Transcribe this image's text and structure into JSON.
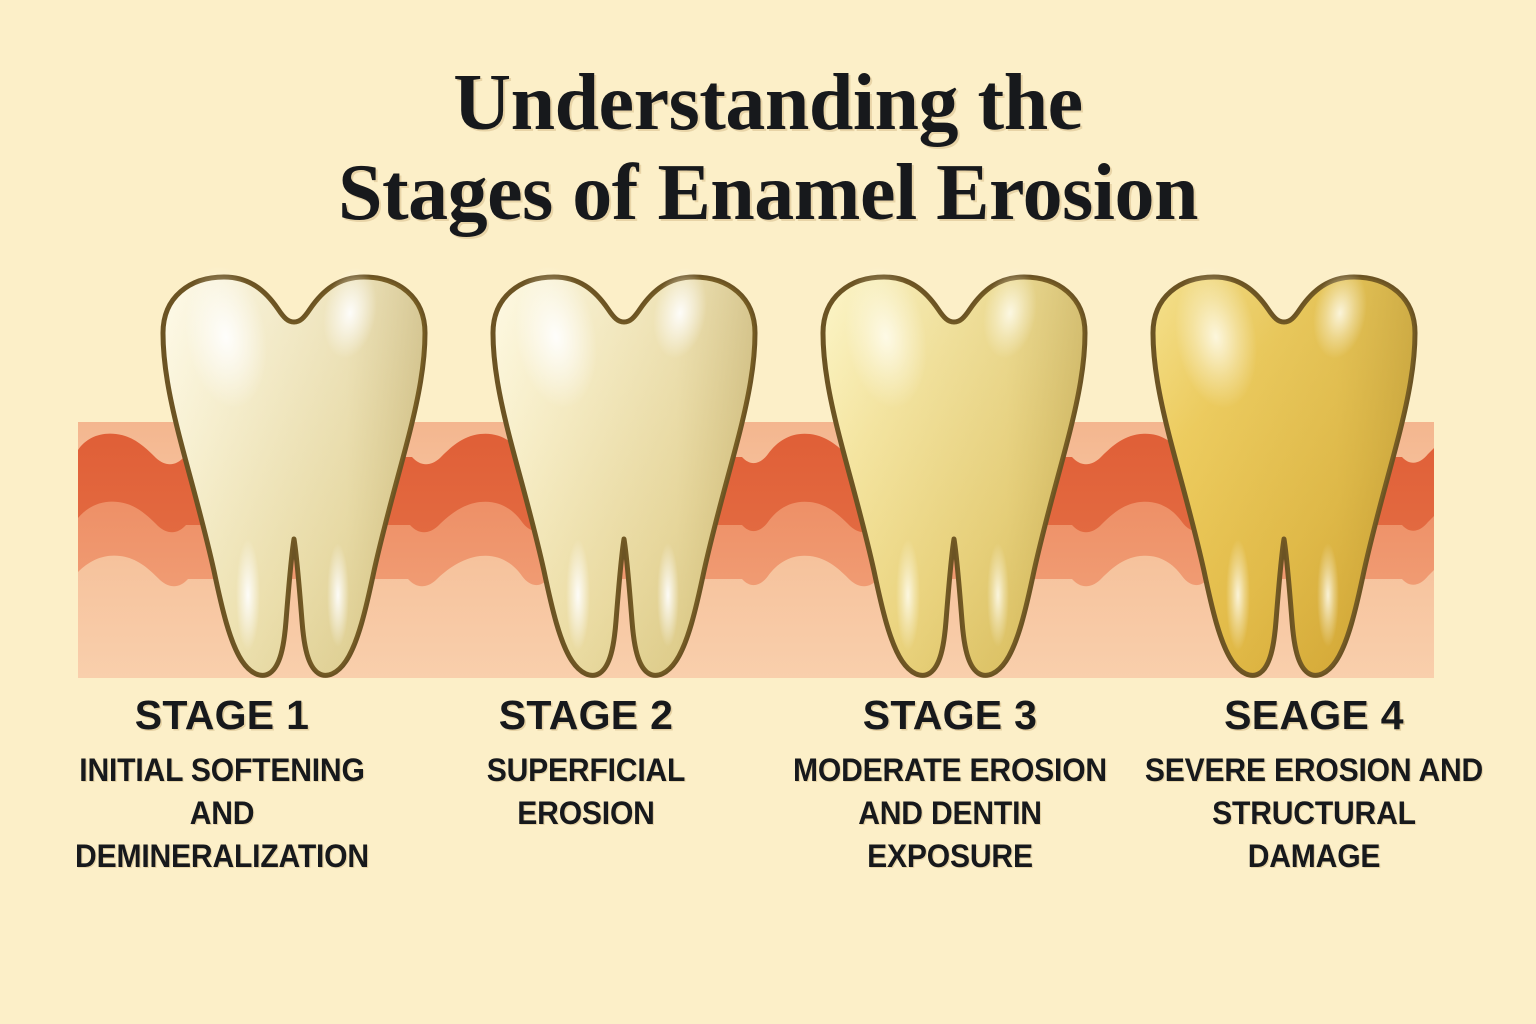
{
  "background_color": "#fcefc8",
  "title": {
    "line1": "Understanding the",
    "line2": "Stages of Enamel Erosion",
    "color": "#17191c"
  },
  "illustration": {
    "type": "dental-cross-section",
    "tooth_count": 4,
    "description": "Four molars embedded in gum tissue, progressively more yellow left to right",
    "gum": {
      "top_band_color": "#df6640",
      "mid_band_color": "#ee9267",
      "inner_band_color": "#f7c39d",
      "base_color": "#f9cda7"
    },
    "outline_color": "#6b5323",
    "teeth": [
      {
        "index": 1,
        "label": "tooth-stage-1",
        "enamel_color": "#f7f0cf",
        "enamel_shade": "#e8dca6",
        "highlight_color": "#fffdf2"
      },
      {
        "index": 2,
        "label": "tooth-stage-2",
        "enamel_color": "#f6edc6",
        "enamel_shade": "#e6d79a",
        "highlight_color": "#fffcec"
      },
      {
        "index": 3,
        "label": "tooth-stage-3",
        "enamel_color": "#f2e093",
        "enamel_shade": "#e3cb6d",
        "highlight_color": "#fdf6d0"
      },
      {
        "index": 4,
        "label": "tooth-stage-4",
        "enamel_color": "#ecc95c",
        "enamel_shade": "#dfb33f",
        "highlight_color": "#f8e6a4"
      }
    ]
  },
  "stages": [
    {
      "stage_label": "STAGE 1",
      "description": "INITIAL SOFTENING AND DEMINERALIZATION"
    },
    {
      "stage_label": "STAGE 2",
      "description": "SUPERFICIAL EROSION"
    },
    {
      "stage_label": "STAGE 3",
      "description": "MODERATE EROSION AND DENTIN EXPOSURE"
    },
    {
      "stage_label": "SEAGE 4",
      "description": "SEVERE EROSION AND STRUCTURAL DAMAGE"
    }
  ]
}
